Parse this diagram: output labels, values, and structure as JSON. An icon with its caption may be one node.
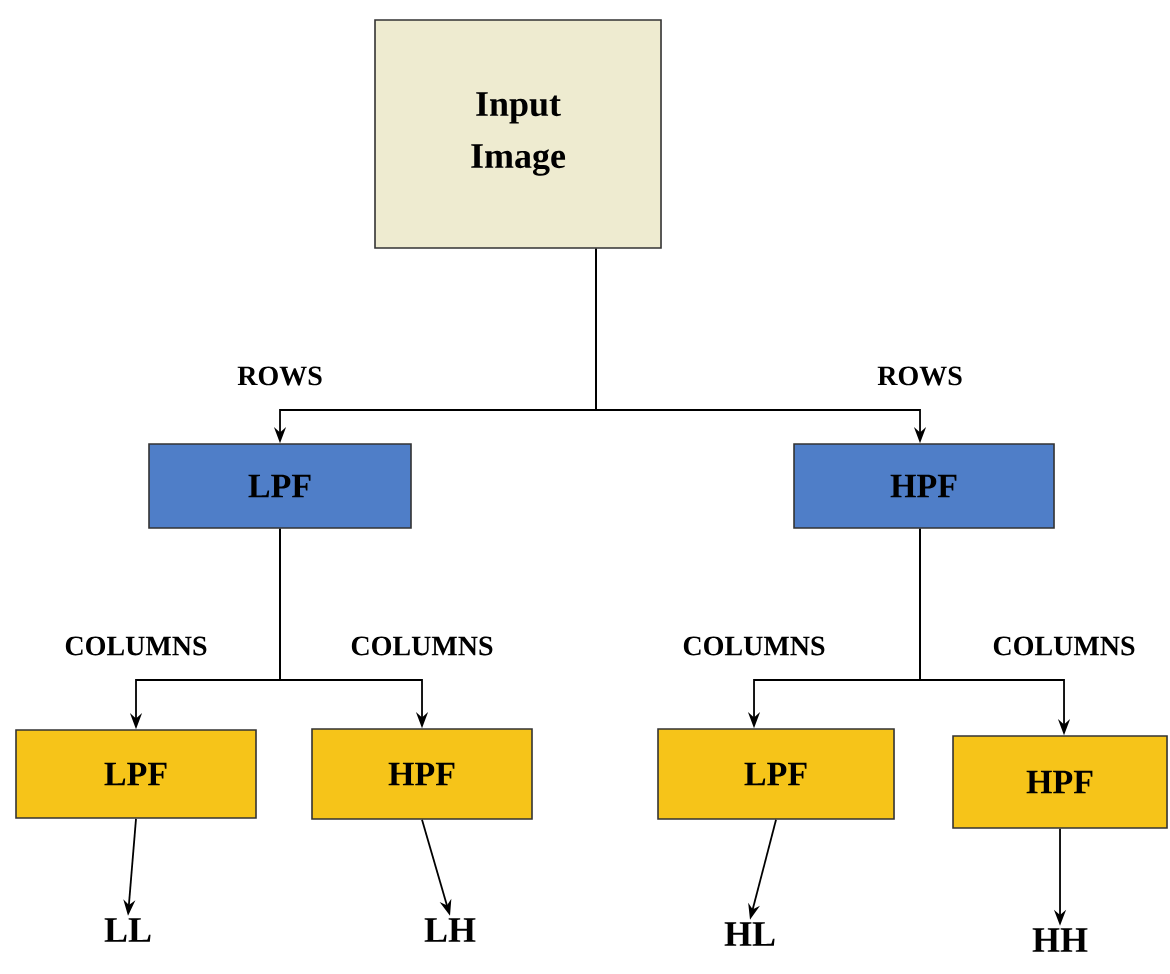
{
  "diagram": {
    "nodes": [
      {
        "text": [
          "Input Image"
        ]
      },
      {
        "text": [
          "LPF"
        ]
      },
      {
        "text": [
          "HPF"
        ]
      },
      {
        "text": [
          "LPF"
        ]
      },
      {
        "text": [
          "HPF"
        ]
      },
      {
        "text": [
          "LPF"
        ]
      },
      {
        "text": [
          "HPF"
        ]
      },
      {
        "text": [
          "LL"
        ]
      },
      {
        "text": [
          "LH"
        ]
      },
      {
        "text": [
          "HL"
        ]
      },
      {
        "text": [
          "HH"
        ]
      }
    ],
    "edges": [
      {
        "from": 0,
        "to": 1,
        "arrow": "to",
        "label": "ROWS"
      },
      {
        "from": 0,
        "to": 2,
        "arrow": "to",
        "label": "ROWS"
      },
      {
        "from": 1,
        "to": 3,
        "arrow": "to",
        "label": "COLUMNS"
      },
      {
        "from": 1,
        "to": 4,
        "arrow": "to",
        "label": "COLUMNS"
      },
      {
        "from": 2,
        "to": 5,
        "arrow": "to",
        "label": "COLUMNS"
      },
      {
        "from": 2,
        "to": 6,
        "arrow": "to",
        "label": "COLUMNS"
      },
      {
        "from": 3,
        "to": 7,
        "arrow": "to"
      },
      {
        "from": 4,
        "to": 8,
        "arrow": "to"
      },
      {
        "from": 5,
        "to": 9,
        "arrow": "to"
      },
      {
        "from": 6,
        "to": 10,
        "arrow": "to"
      }
    ]
  }
}
